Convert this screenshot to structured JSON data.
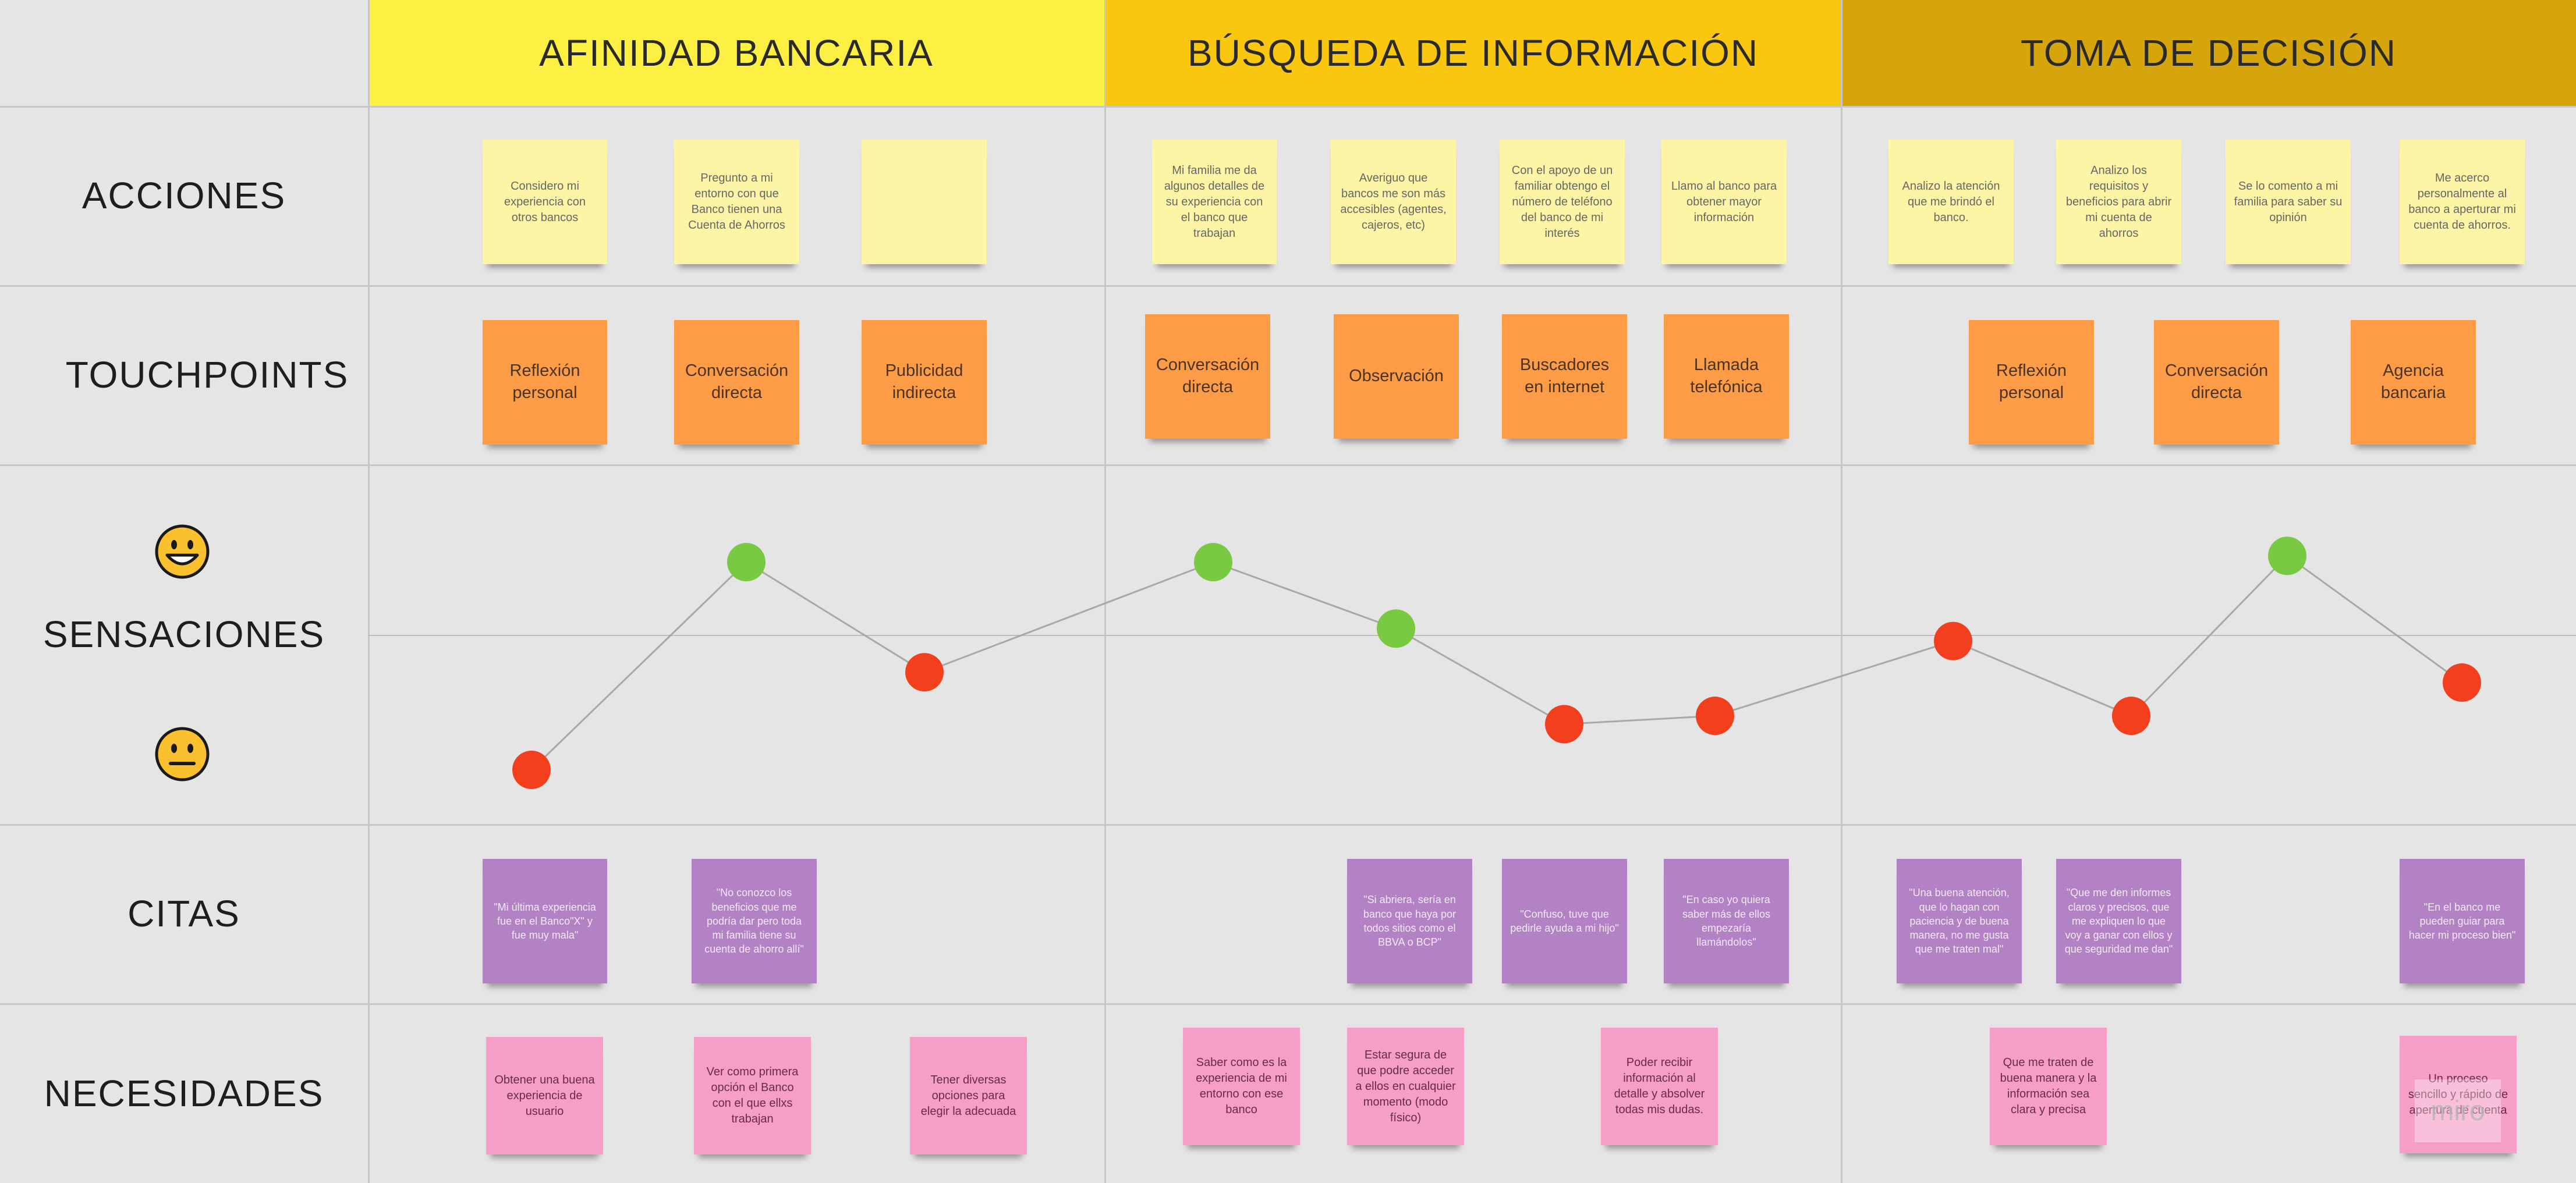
{
  "stages": [
    {
      "label": "AFINIDAD BANCARIA",
      "color": "#fef043"
    },
    {
      "label": "BÚSQUEDA DE INFORMACIÓN",
      "color": "#fac710"
    },
    {
      "label": "TOMA DE DECISIÓN",
      "color": "#d5a50b"
    }
  ],
  "rows": {
    "acciones": "ACCIONES",
    "touchpoints": "TOUCHPOINTS",
    "sensaciones": "SENSACIONES",
    "citas": "CITAS",
    "necesidades": "NECESIDADES"
  },
  "acciones": [
    "Considero mi experiencia con otros bancos",
    "Pregunto a mi entorno con que Banco tienen una Cuenta de Ahorros",
    "",
    "Mi familia me da algunos detalles de su experiencia con el banco que trabajan",
    "Averiguo que bancos me son más accesibles (agentes, cajeros, etc)",
    "Con el apoyo de un familiar obtengo el número de teléfono del banco de mi interés",
    "Llamo al banco para obtener mayor información",
    "Analizo la atención que me brindó el banco.",
    "Analizo los requisitos y beneficios para abrir mi cuenta de ahorros",
    "Se lo comento a mi familia para saber su opinión",
    "Me acerco personalmente al banco a aperturar mi cuenta de ahorros."
  ],
  "touchpoints": [
    "Reflexión personal",
    "Conversación directa",
    "Publicidad indirecta",
    "Conversación directa",
    "Observación",
    "Buscadores en internet",
    "Llamada telefónica",
    "Reflexión personal",
    "Conversación directa",
    "Agencia bancaria"
  ],
  "sensaciones": {
    "scale": {
      "high": "happy",
      "low": "neutral"
    },
    "colors": {
      "positive": "#7ac943",
      "negative": "#f2401f"
    },
    "points": [
      {
        "level": 0.0,
        "type": "negative"
      },
      {
        "level": 1.0,
        "type": "positive"
      },
      {
        "level": 0.47,
        "type": "negative"
      },
      {
        "level": 1.0,
        "type": "positive"
      },
      {
        "level": 0.68,
        "type": "positive"
      },
      {
        "level": 0.22,
        "type": "negative"
      },
      {
        "level": 0.26,
        "type": "negative"
      },
      {
        "level": 0.62,
        "type": "negative"
      },
      {
        "level": 0.26,
        "type": "negative"
      },
      {
        "level": 1.03,
        "type": "positive"
      },
      {
        "level": 0.42,
        "type": "negative"
      }
    ]
  },
  "citas": [
    "\"Mi última experiencia fue en el Banco\"X\" y fue muy mala\"",
    "\"No conozco los beneficios que me podría dar pero toda mi familia tiene su cuenta de ahorro allí\"",
    "\"Si abriera, sería en banco que haya por todos sitios como el BBVA o BCP\"",
    "\"Confuso, tuve que pedirle ayuda a mi hijo\"",
    "\"En caso yo quiera saber más de ellos empezaría llamándolos\"",
    "\"Una buena atención, que lo hagan con paciencia y de buena manera, no me gusta que me traten mal\"",
    "\"Que me den informes claros y precisos, que me expliquen lo que voy a ganar con ellos y que seguridad me dan\"",
    "\"En el banco me pueden guiar para hacer mi proceso bien\""
  ],
  "necesidades": [
    "Obtener una buena experiencia de usuario",
    "Ver como primera opción el Banco con el que ellxs trabajan",
    "Tener diversas opciones para elegir la adecuada",
    "Saber como es la experiencia de mi entorno con ese banco",
    "Estar segura de que podre acceder a ellos en cualquier momento (modo físico)",
    "Poder recibir información al detalle y absolver todas mis dudas.",
    "Que me traten de buena manera y la información sea clara y precisa",
    "Un proceso sencillo y rápido de apertura de cuenta"
  ],
  "watermark": "miro"
}
